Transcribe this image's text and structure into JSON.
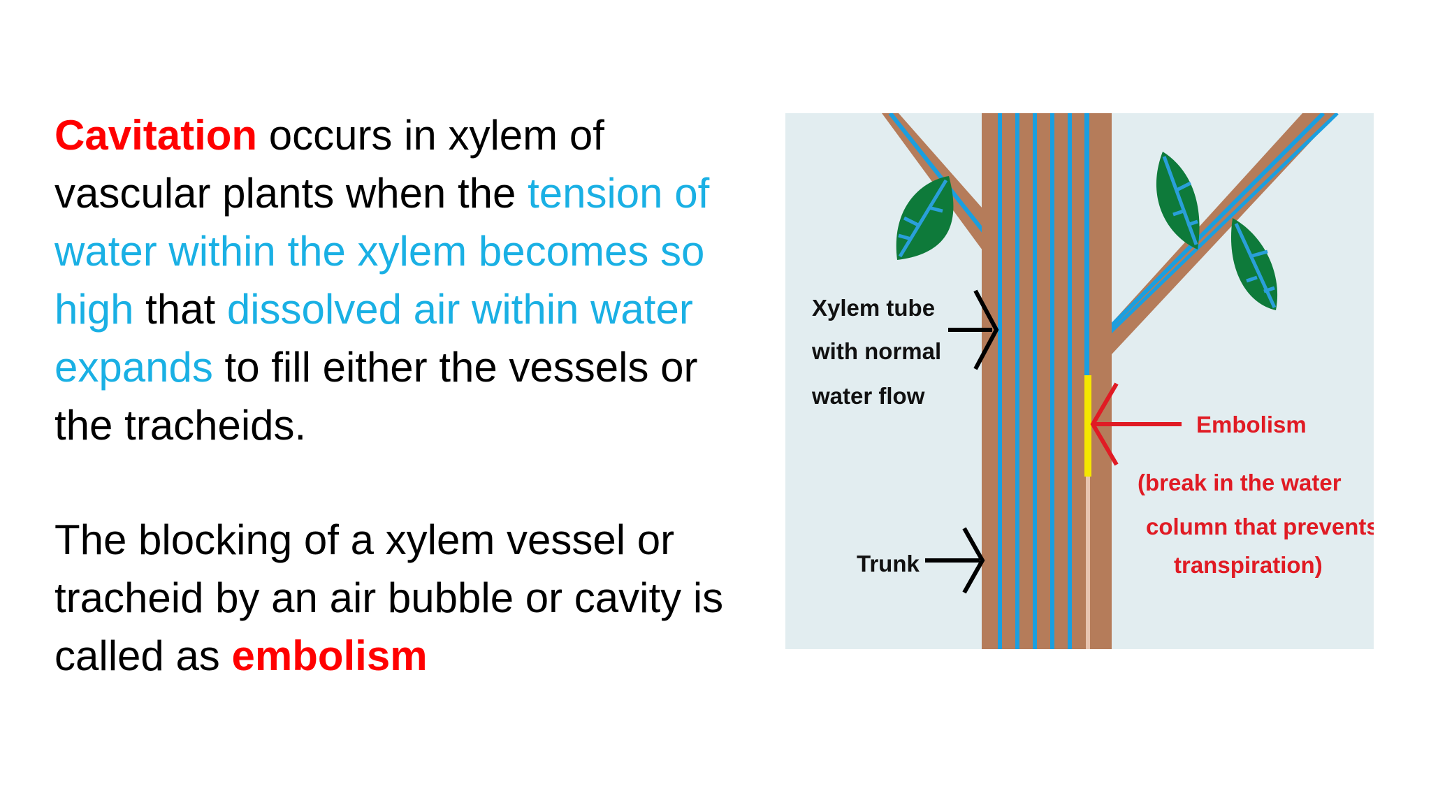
{
  "text": {
    "p1": {
      "s1": "Cavitation",
      "s2": " occurs in xylem of vascular plants when the ",
      "s3": "tension of water within the xylem becomes so high",
      "s4": " that ",
      "s5": "dissolved air within water expands",
      "s6": " to fill either the vessels or the tracheids."
    },
    "p2": {
      "s1": "The blocking of a xylem vessel or tracheid by an air bubble or cavity is called as ",
      "s2": "embolism"
    }
  },
  "diagram": {
    "label_xylem": [
      "Xylem tube",
      "with normal",
      "water flow"
    ],
    "label_trunk": "Trunk",
    "label_embolism": "Embolism",
    "label_note": [
      "(break in the water",
      "column that prevents",
      "transpiration)"
    ]
  },
  "colors": {
    "red": "#ff0000",
    "blue": "#1ab0e4",
    "bark": "#b57c5a",
    "xylem": "#1a9fe0",
    "leaf": "#0e7a3a",
    "background": "#e2edf0",
    "embolism": "#f5e600"
  }
}
